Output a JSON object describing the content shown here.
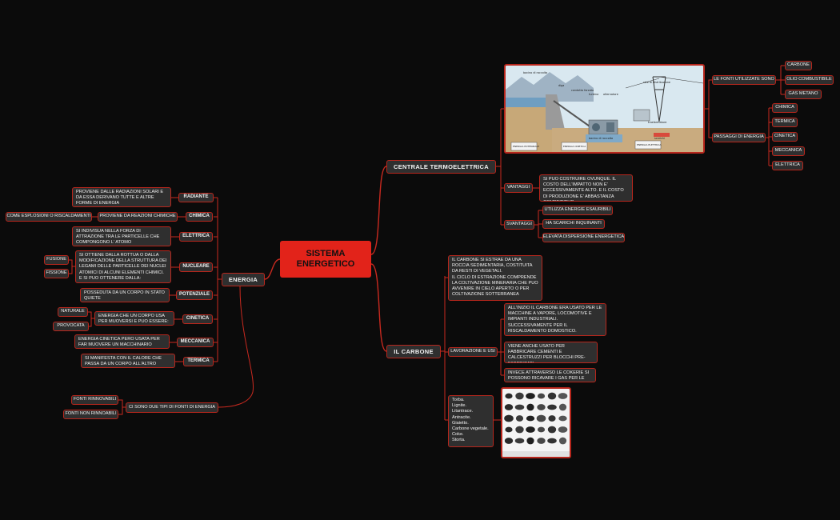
{
  "root": {
    "label": "SISTEMA\nENERGETICO"
  },
  "energia": {
    "label": "ENERGIA",
    "types": [
      {
        "tag": "RADIANTE",
        "desc": "PROVIENE DALLE RADIAZIONI SOLARI E DA ESSA DERIVANO TUTTE E ALTRE FORME DI ENERGIA"
      },
      {
        "tag": "CHIMICA",
        "desc": "PROVIENE DA REAZIONI CHIMICHE",
        "extra": "COME ESPLOSIONI O RISCALDAMENTI"
      },
      {
        "tag": "ELETTRICA",
        "desc": "SI INDIVISUA NELLA FORZA DI ATTRAZIONE TRA LE PARTICELLE CHE COMPONGONO L' ATOMO"
      },
      {
        "tag": "NUCLEARE",
        "desc": "SI OTTIENE DALLA ROTTUA O DALLA MODIFICAZIONE DELLA STRUTTURA DEI LEGAMI DELLE PARTICELLE DEI NUCLEI ATOMICI DI ALCUNI ELEMENTI CHIMICI. E SI PUO OTTENERE DALLA:",
        "subs": [
          "FUSIONE",
          "FISSIONE"
        ]
      },
      {
        "tag": "POTENZIALE",
        "desc": "POSSEDUTA DA UN CORPO  IN STATO QUIETE"
      },
      {
        "tag": "CINETICA",
        "desc": "ENERGIA CHE UN CORPO USA PER MUOVERSI E PUO ESSERE:",
        "subs": [
          "NATURALE",
          "PROVOCATA"
        ]
      },
      {
        "tag": "MECCANICA",
        "desc": "ENERGIA CINETICA PERO USATA PER FAR MUOVERE UN MACCHINARIO"
      },
      {
        "tag": "TERMICA",
        "desc": "SI MANIFESTA CON IL CALORE CHE PASSA DA UN CORPO ALL'ALTRO"
      }
    ],
    "fonti": {
      "label": "CI SONO DUE TIPI DI FONTI DI ENERGIA",
      "items": [
        "FONTI RINNOVABILI",
        "FONTI NON RINNOABILI"
      ]
    }
  },
  "centrale": {
    "label": "CENTRALE TERMOELETTRICA",
    "diagram": {
      "labels": [
        "bacino di raccolta",
        "diga",
        "condotta forzata",
        "turbina",
        "alternatore",
        "rete di distribuzione",
        "trasformatore",
        "bacino di raccolta",
        "scarichi"
      ],
      "energy_boxes": [
        "ENERGIA POTENZIALE",
        "ENERGIA CINETICA",
        "ENERGIA ELETTRICA"
      ]
    },
    "fonti": {
      "label": "LE FONTI UTILIZZATE SONO",
      "items": [
        "CARBONE",
        "OLIO COMBUSTIBILE",
        "GAS METANO"
      ]
    },
    "passaggi": {
      "label": "PASSAGGI DI ENERGIA",
      "items": [
        "CHIMICA",
        "TERMICA",
        "CINETICA",
        "MECCANICA",
        "ELETTRICA"
      ]
    },
    "vantaggi": {
      "label": "VANTAGGI",
      "desc": "SI PUO COSTRUIRE OVUNQUE. IL COSTO DELL'IMPATTO NON E' ECCESSIVAMENTE ALTO. E IL COSTO DI PRODUZIONE E' ABBASTANZA COMPETITIVO"
    },
    "svantaggi": {
      "label": "SVANTAGGI",
      "items": [
        "UTILIZZA ENERGIE ESAURIBILI",
        "HA SCARICHI INQUINANTI",
        "ELEVATA DISPERSIONE ENERGETICA"
      ]
    }
  },
  "carbone": {
    "label": "IL CARBONE",
    "intro": "IL CARBONE SI ESTRAE DA UNA ROCCIA SEDIMENTARIA, COSTITUITA DA RESTI DI VEGETALI.\nIL CICLO DI ESTRAZIONE COMPRENDE LA COLTIVAZIONE MINERARIA CHE PUO AVVENIRE IN CIELO APERTO O PER COLTIVAZIONE SOTTERRANEA",
    "lavorazione": {
      "label": "LAVORAZIONE E USI",
      "items": [
        "ALL'INIZIO IL CARBONE ERA USATO PER LE MACCHINE A VAPORE,  LOCOMOTIVE E IMPIANTI INDUSTRIALI.\nSUCCESSIVAMENTE PER IL RISCALDAMENTO DOMOSTICO.",
        "VIENE ANCHE USATO PER FABBRICARE CEMENTI E CALCESTRUZZI PER BLOCCHI PRE-FABBRICATI",
        "INVECE ATTRAVERSO LE COKERIE SI POSSONO RICAVARE I GAS PER LE CITTA"
      ]
    },
    "tipi": "Torba.\nLignite.\nLitantrace.\nAntracite.\nGiaietto.\nCarbone vegetale.\nCoke.\nStorta."
  }
}
